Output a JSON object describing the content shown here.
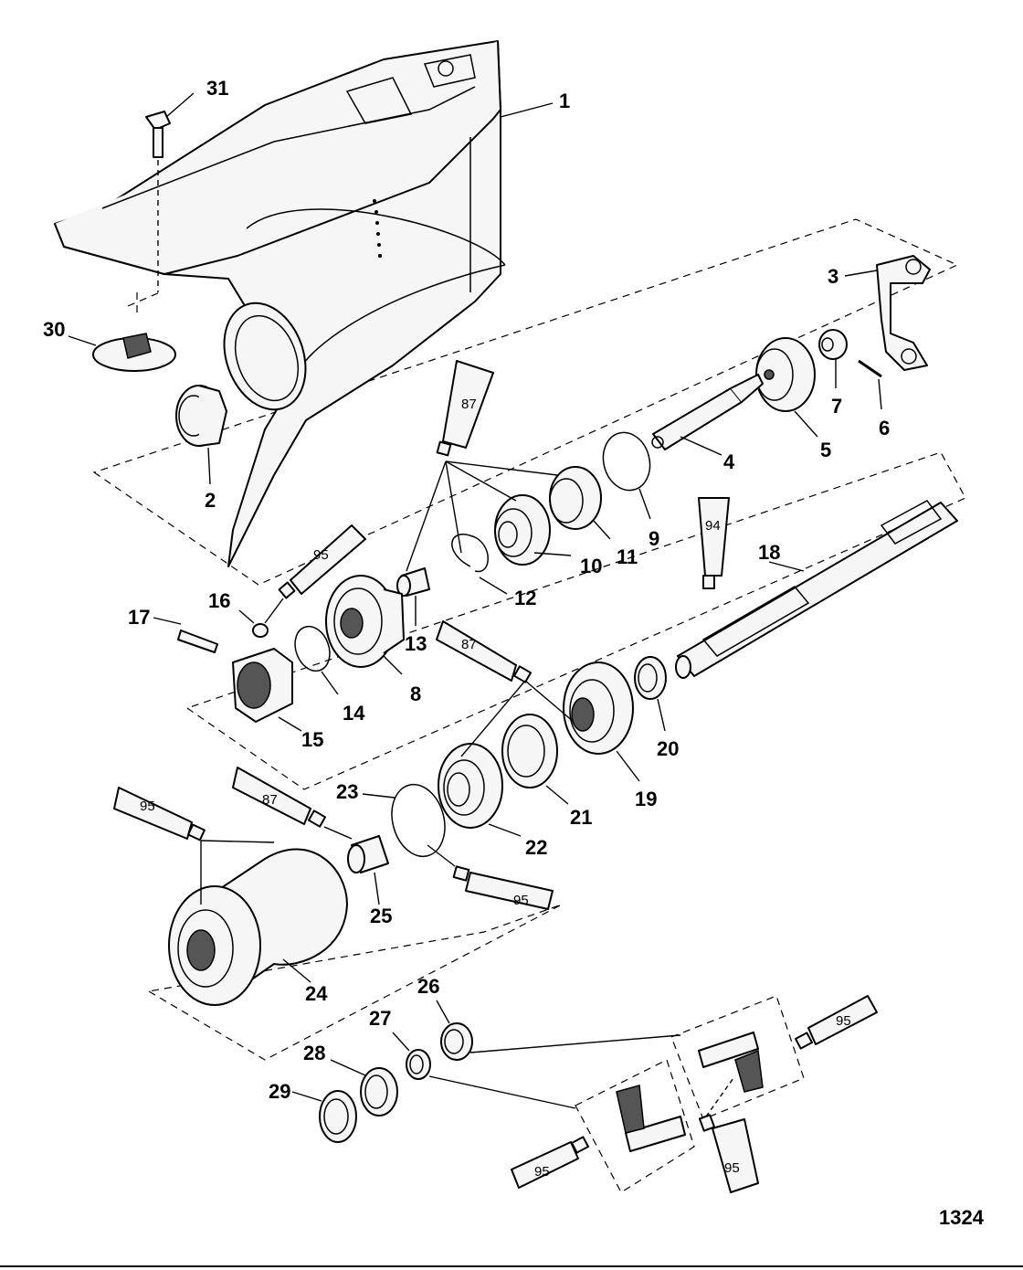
{
  "sheet_number": "1324",
  "callouts": [
    "1",
    "2",
    "3",
    "4",
    "5",
    "6",
    "7",
    "8",
    "9",
    "10",
    "11",
    "12",
    "13",
    "14",
    "15",
    "16",
    "17",
    "18",
    "19",
    "20",
    "21",
    "22",
    "23",
    "24",
    "25",
    "26",
    "27",
    "28",
    "29",
    "30",
    "31"
  ],
  "tube_labels": {
    "t87a": "87",
    "t87b": "87",
    "t87c": "87",
    "t94": "94",
    "t95a": "95",
    "t95b": "95",
    "t95c": "95",
    "t95d": "95",
    "t95e": "95",
    "t95f": "95"
  }
}
